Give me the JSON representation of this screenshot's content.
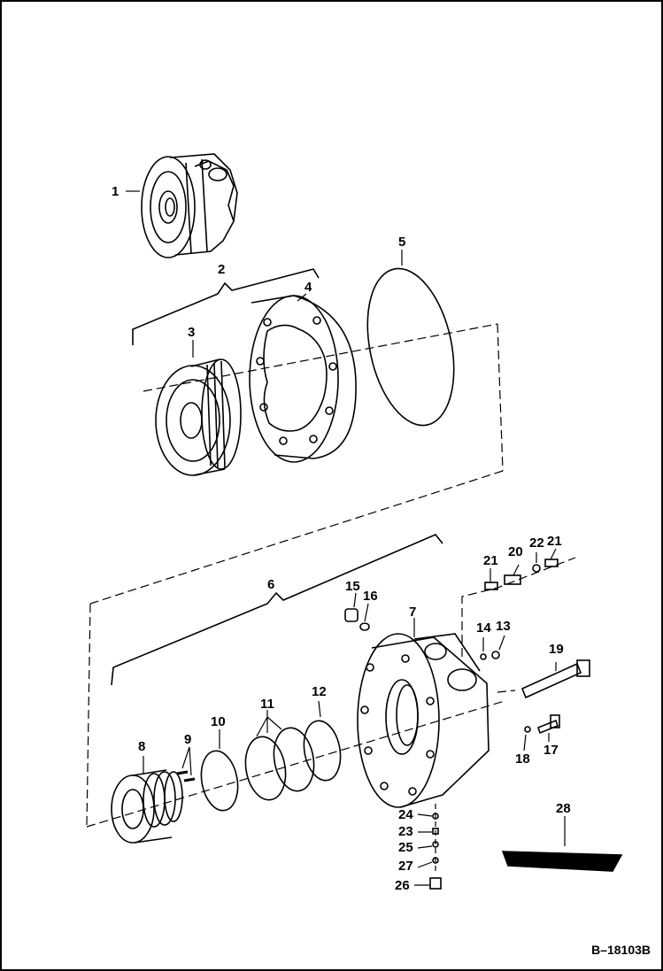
{
  "figure_ref": "B–18103B",
  "callouts": [
    {
      "id": "1",
      "text": "1"
    },
    {
      "id": "2",
      "text": "2"
    },
    {
      "id": "3",
      "text": "3"
    },
    {
      "id": "4",
      "text": "4"
    },
    {
      "id": "5",
      "text": "5"
    },
    {
      "id": "6",
      "text": "6"
    },
    {
      "id": "7",
      "text": "7"
    },
    {
      "id": "8",
      "text": "8"
    },
    {
      "id": "9",
      "text": "9"
    },
    {
      "id": "10",
      "text": "10"
    },
    {
      "id": "11",
      "text": "11"
    },
    {
      "id": "12",
      "text": "12"
    },
    {
      "id": "13",
      "text": "13"
    },
    {
      "id": "14",
      "text": "14"
    },
    {
      "id": "15",
      "text": "15"
    },
    {
      "id": "16",
      "text": "16"
    },
    {
      "id": "17",
      "text": "17"
    },
    {
      "id": "18",
      "text": "18"
    },
    {
      "id": "19",
      "text": "19"
    },
    {
      "id": "20",
      "text": "20"
    },
    {
      "id": "21a",
      "text": "21"
    },
    {
      "id": "21b",
      "text": "21"
    },
    {
      "id": "22",
      "text": "22"
    },
    {
      "id": "23",
      "text": "23"
    },
    {
      "id": "24",
      "text": "24"
    },
    {
      "id": "25",
      "text": "25"
    },
    {
      "id": "26",
      "text": "26"
    },
    {
      "id": "27",
      "text": "27"
    },
    {
      "id": "28",
      "text": "28"
    }
  ]
}
